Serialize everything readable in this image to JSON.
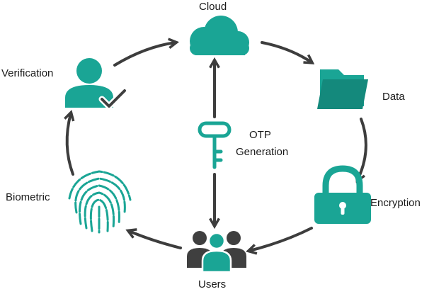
{
  "colors": {
    "teal": "#1aa595",
    "dark_gray": "#3f3f3f",
    "arrow": "#3d3d3d",
    "text": "#1a1a1a"
  },
  "nodes": {
    "cloud": {
      "label": "Cloud",
      "icon": "cloud-icon"
    },
    "data": {
      "label": "Data",
      "icon": "folder-icon"
    },
    "encryption": {
      "label": "Encryption",
      "icon": "padlock-icon"
    },
    "users": {
      "label": "Users",
      "icon": "users-group-icon"
    },
    "biometric": {
      "label": "Biometric",
      "icon": "fingerprint-icon"
    },
    "verification": {
      "label": "Verification",
      "icon": "user-check-icon"
    },
    "otp": {
      "label_line1": "OTP",
      "label_line2": "Generation",
      "icon": "key-icon"
    }
  }
}
